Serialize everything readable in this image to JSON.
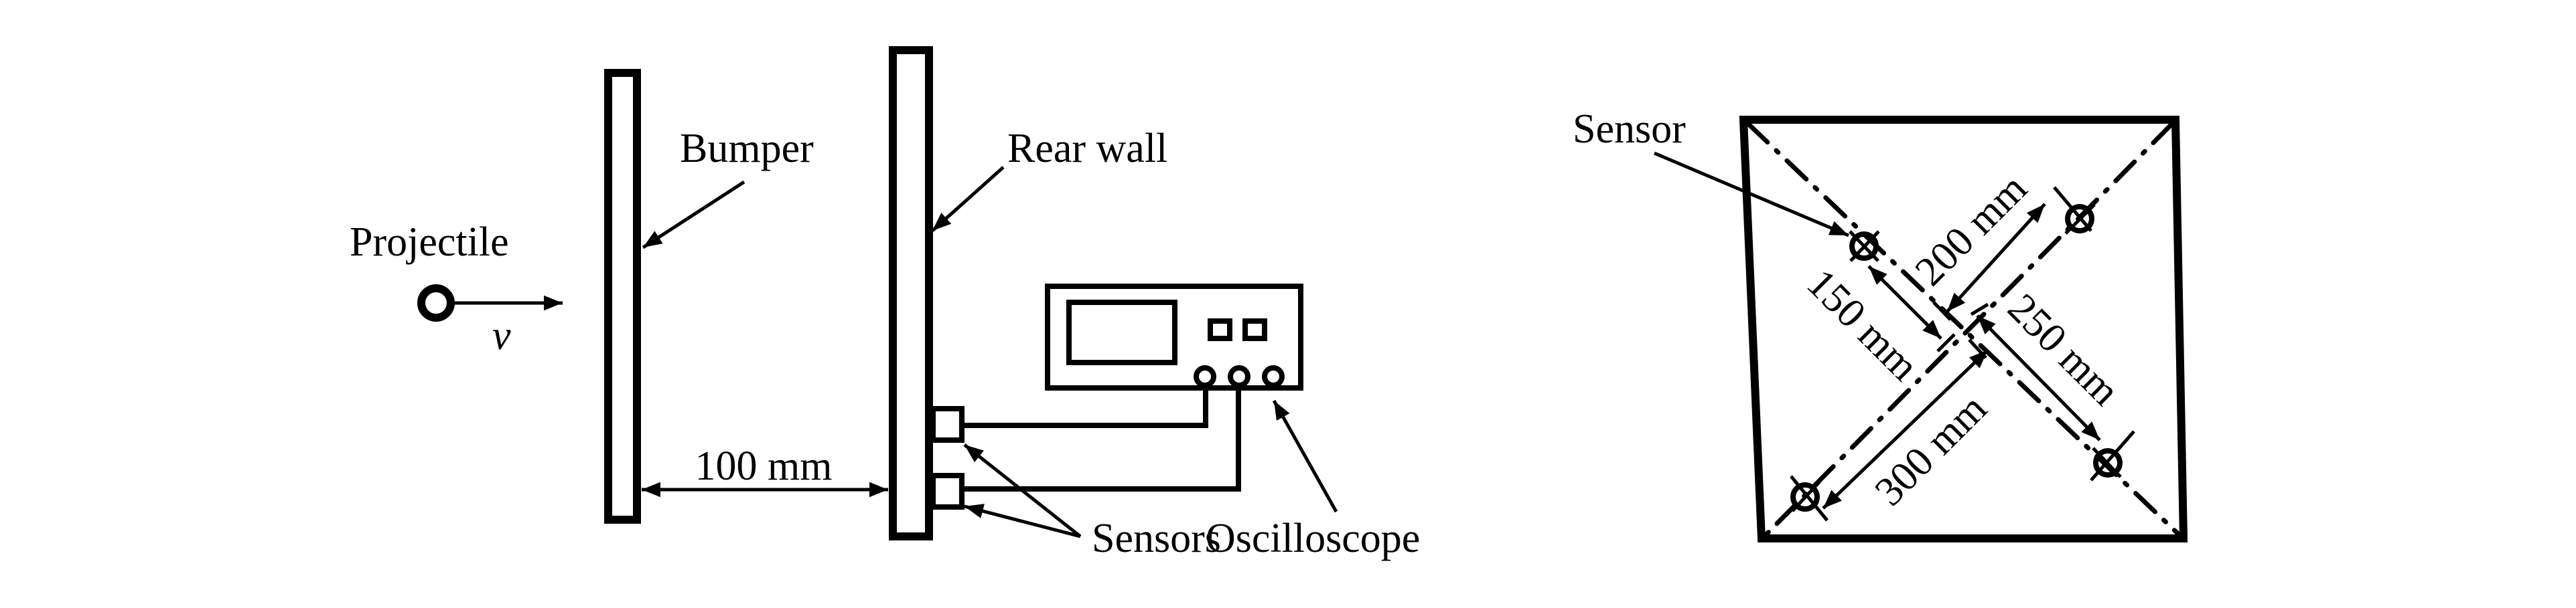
{
  "setup": {
    "projectile_label": "Projectile",
    "velocity_symbol": "v",
    "bumper_label": "Bumper",
    "rear_wall_label": "Rear wall",
    "spacing_label": "100 mm",
    "sensors_label": "Sensors",
    "oscilloscope_label": "Oscilloscope"
  },
  "layout_view": {
    "sensor_label": "Sensor",
    "dimensions": {
      "upper_left": "150 mm",
      "upper_right": "200 mm",
      "lower_right": "250 mm",
      "lower_left": "300 mm"
    }
  },
  "colors": {
    "ink": "#000000",
    "background": "#ffffff"
  }
}
